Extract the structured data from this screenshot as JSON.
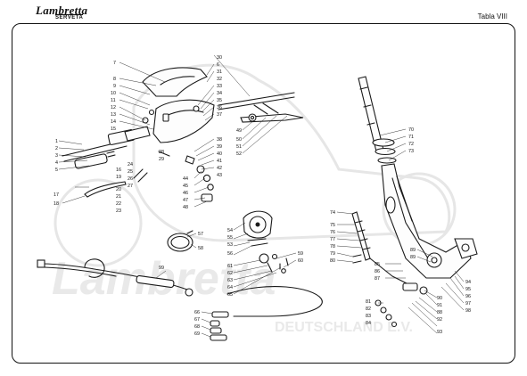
{
  "header": {
    "brand_name": "Lambretta",
    "brand_sub": "SERVETA",
    "table_label": "Tabla VIII"
  },
  "watermark": {
    "brand": "Lambretta",
    "club_text": "DEUTSCHLAND E.V."
  },
  "callouts": [
    "1",
    "2",
    "3",
    "4",
    "5",
    "6",
    "7",
    "8",
    "9",
    "10",
    "11",
    "12",
    "13",
    "14",
    "15",
    "16",
    "17",
    "18",
    "19",
    "20",
    "21",
    "22",
    "23",
    "24",
    "25",
    "26",
    "27",
    "28",
    "29",
    "30",
    "31",
    "32",
    "33",
    "34",
    "35",
    "36",
    "37",
    "38",
    "39",
    "40",
    "41",
    "42",
    "43",
    "44",
    "45",
    "46",
    "47",
    "48",
    "49",
    "50",
    "51",
    "52",
    "53",
    "54",
    "55",
    "56",
    "57",
    "58",
    "59",
    "60",
    "61",
    "62",
    "63",
    "64",
    "65",
    "66",
    "67",
    "68",
    "69",
    "70",
    "71",
    "72",
    "73",
    "74",
    "75",
    "76",
    "77",
    "78",
    "79",
    "80",
    "81",
    "82",
    "83",
    "84",
    "85",
    "86",
    "87",
    "88",
    "89",
    "90",
    "91",
    "92",
    "93",
    "94",
    "95",
    "96",
    "97",
    "98",
    "99",
    "6"
  ],
  "colors": {
    "line": "#1a1a1a",
    "frame": "#111111",
    "watermark": "#e8e8e8",
    "background": "#ffffff"
  }
}
